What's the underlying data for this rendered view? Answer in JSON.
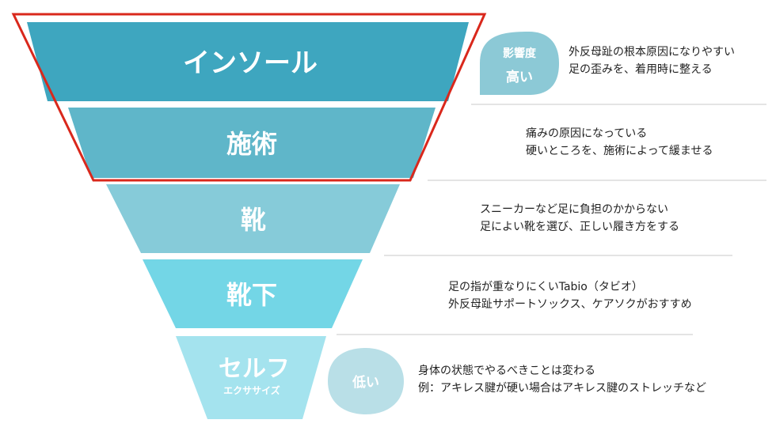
{
  "levels": [
    {
      "label": "インソール",
      "sub": "",
      "color": "#3ea6bf",
      "desc": [
        "外反母趾の根本原因になりやすい",
        "足の歪みを、着用時に整える"
      ]
    },
    {
      "label": "施術",
      "sub": "",
      "color": "#5fb6c9",
      "desc": [
        "痛みの原因になっている",
        "硬いところを、施術によって緩ませる"
      ]
    },
    {
      "label": "靴",
      "sub": "",
      "color": "#86cbd9",
      "desc": [
        "スニーカーなど足に負担のかからない",
        "足によい靴を選び、正しい履き方をする"
      ]
    },
    {
      "label": "靴下",
      "sub": "",
      "color": "#73d6e6",
      "desc": [
        "足の指が重なりにくいTabio（タビオ）",
        "外反母趾サポートソックス、ケアソクがおすすめ"
      ]
    },
    {
      "label": "セルフ",
      "sub": "エクササイズ",
      "color": "#a4e3ee",
      "desc": [
        "身体の状態でやるべきことは変わる",
        "例：アキレス腱が硬い場合はアキレス腱のストレッチなど"
      ]
    }
  ],
  "badges": {
    "high": {
      "line1": "影響度",
      "line2": "高い",
      "color": "#8cc9d6"
    },
    "low": {
      "line1": "低い",
      "color": "#b9dfe7"
    }
  },
  "highlight_color": "#d9281c",
  "divider_color": "#c8c8c8"
}
